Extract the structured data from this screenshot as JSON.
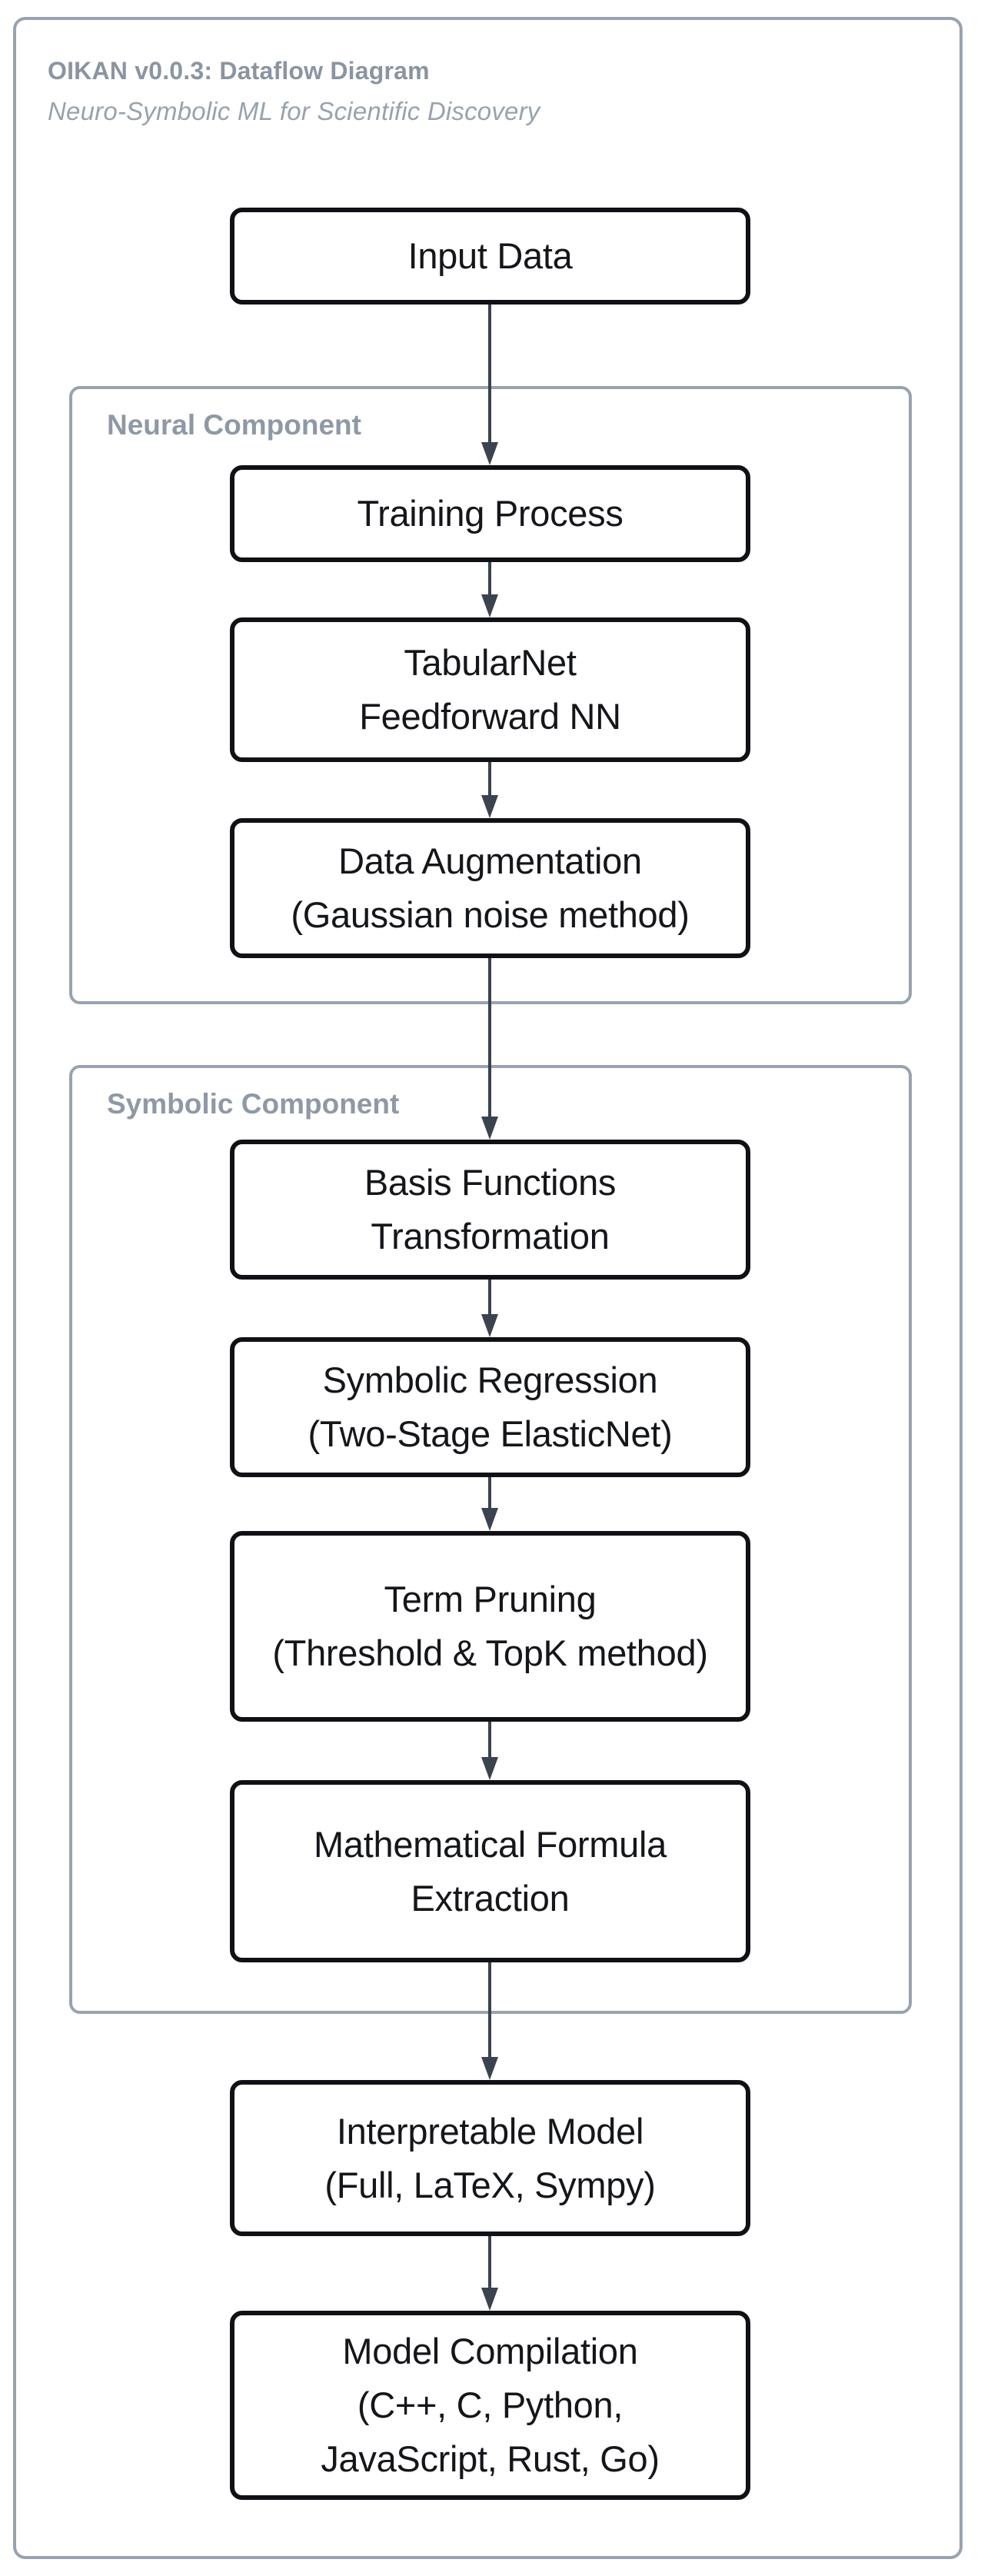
{
  "header": {
    "title": "OIKAN v0.0.3: Dataflow Diagram",
    "subtitle": "Neuro-Symbolic ML for Scientific Discovery"
  },
  "groups": {
    "neural": {
      "label": "Neural Component"
    },
    "symbolic": {
      "label": "Symbolic Component"
    }
  },
  "nodes": {
    "input_data": {
      "label": "Input Data"
    },
    "training": {
      "label": "Training Process"
    },
    "tabularnet": {
      "label": "TabularNet\nFeedforward NN"
    },
    "data_augmentation": {
      "label": "Data Augmentation\n(Gaussian noise method)"
    },
    "basis_functions": {
      "label": "Basis Functions\nTransformation"
    },
    "symbolic_regression": {
      "label": "Symbolic Regression\n(Two-Stage ElasticNet)"
    },
    "term_pruning": {
      "label": "Term Pruning\n(Threshold & TopK method)"
    },
    "formula_extraction": {
      "label": "Mathematical Formula\nExtraction"
    },
    "interpretable_model": {
      "label": "Interpretable Model\n(Full, LaTeX, Sympy)"
    },
    "model_compilation": {
      "label": "Model Compilation\n(C++, C, Python,\nJavaScript, Rust, Go)"
    }
  },
  "colors": {
    "frame_border": "#99a3ae",
    "group_border": "#99a3ae",
    "title_text": "#8b95a1",
    "group_label_text": "#8f99a5",
    "node_border": "#101114",
    "node_text": "#14161a",
    "arrow": "#3a434f",
    "background": "#ffffff"
  }
}
